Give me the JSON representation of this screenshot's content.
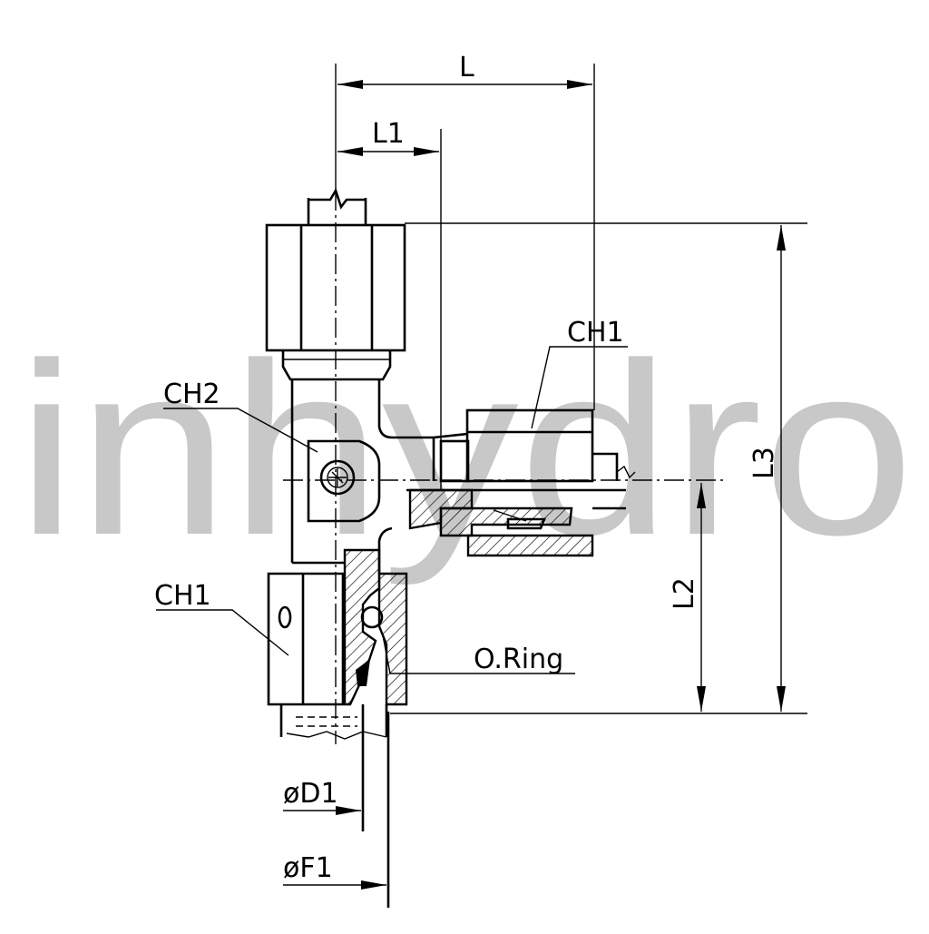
{
  "watermark": {
    "text": "inhydro",
    "color": "#c8c8c8"
  },
  "labels": {
    "dim_l": "L",
    "dim_l1": "L1",
    "dim_l2": "L2",
    "dim_l3": "L3",
    "ch1_right": "CH1",
    "ch2": "CH2",
    "ch1_left": "CH1",
    "oring": "O.Ring",
    "d1": "øD1",
    "f1": "øF1"
  },
  "colors": {
    "line": "#000000",
    "background": "#ffffff"
  }
}
